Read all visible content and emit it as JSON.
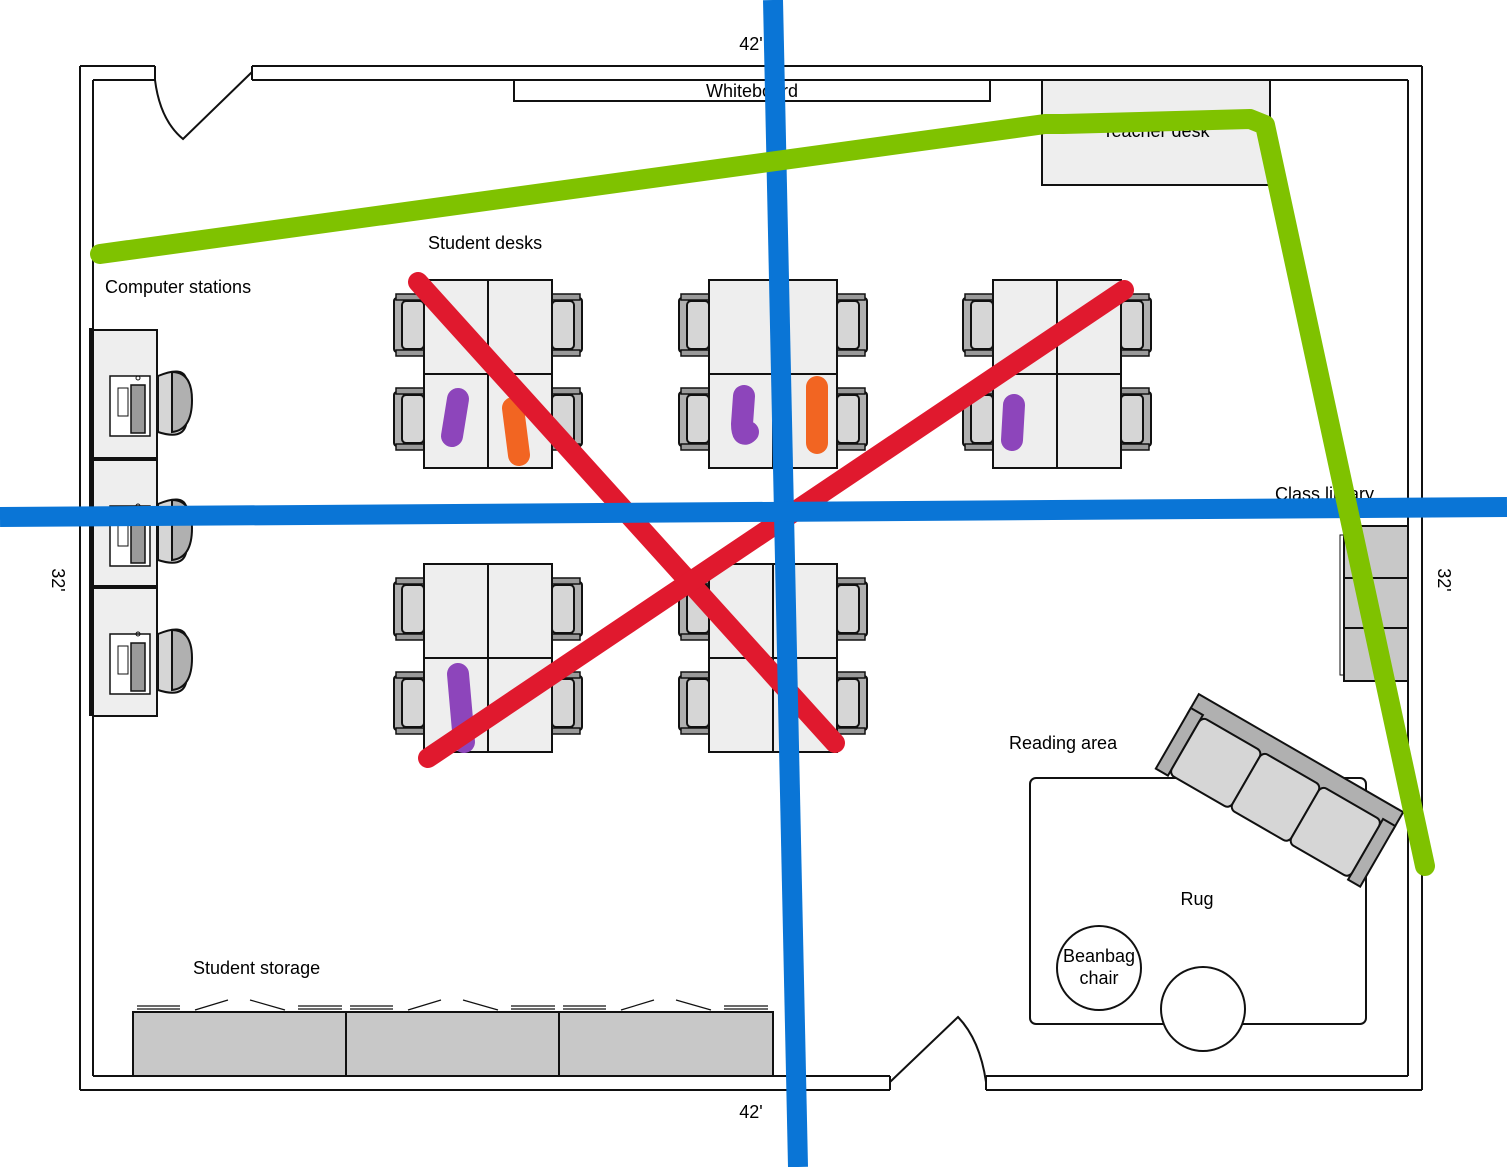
{
  "dimensions": {
    "top": "42'",
    "bottom": "42'",
    "left": "32'",
    "right": "32'"
  },
  "labels": {
    "whiteboard": "Whiteboard",
    "teacher_desk": "Teacher desk",
    "computer_stations": "Computer stations",
    "student_desks": "Student desks",
    "class_library": "Class library",
    "reading_area": "Reading area",
    "rug": "Rug",
    "beanbag_line1": "Beanbag",
    "beanbag_line2": "chair",
    "student_storage": "Student storage"
  },
  "colors": {
    "red_cross": "#e0192e",
    "blue_axis": "#0a75d6",
    "green_line": "#7fc200",
    "purple_mark": "#8d45bb",
    "orange_mark": "#f26522",
    "furniture_fill": "#eeeeee",
    "storage_fill": "#c8c8c8"
  },
  "icons": [
    "door-icon",
    "desk-chair-icon",
    "computer-monitor-icon",
    "couch-icon",
    "beanbag-chair-icon",
    "storage-cubby-icon",
    "bookshelf-icon"
  ]
}
